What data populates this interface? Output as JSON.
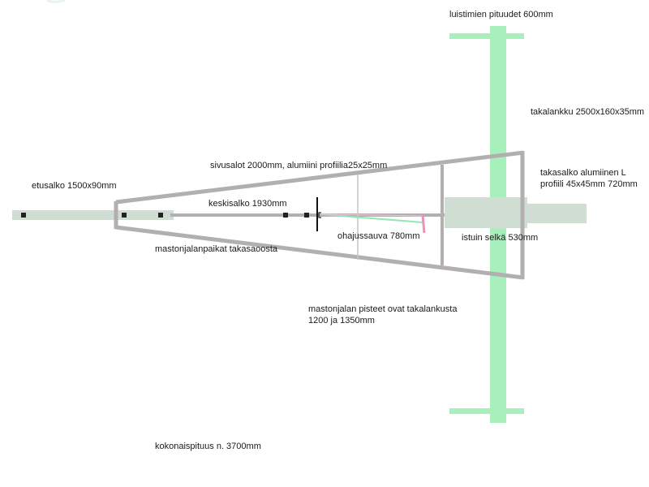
{
  "colors": {
    "frame": "#b3aeb0",
    "board": "#d0ddd2",
    "runner": "#a7f0bc",
    "marker": "#222222",
    "steering": "#8fe8b6",
    "pink": "#ee8fc0"
  },
  "labels": {
    "runner_length": "luistimien pituudet 600mm",
    "rear_plank": "takalankku 2500x160x35mm",
    "side_bars": "sivusalot 2000mm, alumiini profiilia25x25mm",
    "front_beam": "etusalko 1500x90mm",
    "rear_bar_line1": "takasalko alumiinen L",
    "rear_bar_line2": "profiili 45x45mm 720mm",
    "center_bar": "keskisalko 1930mm",
    "steering_rod": "ohajussauva 780mm",
    "seat_back": "istuin selkä 530mm",
    "mast_positions": "mastonjalanpaikat takasaoosta",
    "mast_points_line1": "mastonjalan pisteet ovat takalankusta",
    "mast_points_line2": "1200 ja 1350mm",
    "total_length": "kokonaispituus n. 3700mm"
  }
}
